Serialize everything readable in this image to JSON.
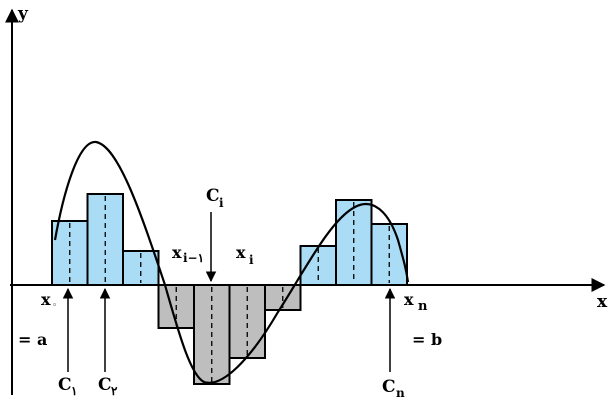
{
  "axes": {
    "x_label": "x",
    "y_label": "y"
  },
  "labels": {
    "x0": "x",
    "x0_sub": "◦",
    "eq_a": "= a",
    "xn": "x",
    "xn_sub": "n",
    "eq_b": "= b",
    "xi_minus_1": "x",
    "xi_minus_1_sub": "i−١",
    "xi": "x",
    "xi_sub": "i",
    "c1": "C",
    "c1_sub": "١",
    "c2": "C",
    "c2_sub": "٢",
    "ci": "C",
    "ci_sub": "i",
    "cn": "C",
    "cn_sub": "n"
  },
  "colors": {
    "positive_fill": "#aadcf6",
    "negative_fill": "#bebebe",
    "stroke": "#000000"
  },
  "rectangles": [
    {
      "height": 64,
      "sign": "positive"
    },
    {
      "height": 91,
      "sign": "positive"
    },
    {
      "height": 34,
      "sign": "positive"
    },
    {
      "height": 43,
      "sign": "negative"
    },
    {
      "height": 99,
      "sign": "negative"
    },
    {
      "height": 73,
      "sign": "negative"
    },
    {
      "height": 25,
      "sign": "negative"
    },
    {
      "height": 39,
      "sign": "positive"
    },
    {
      "height": 85,
      "sign": "positive"
    },
    {
      "height": 61,
      "sign": "positive"
    }
  ]
}
